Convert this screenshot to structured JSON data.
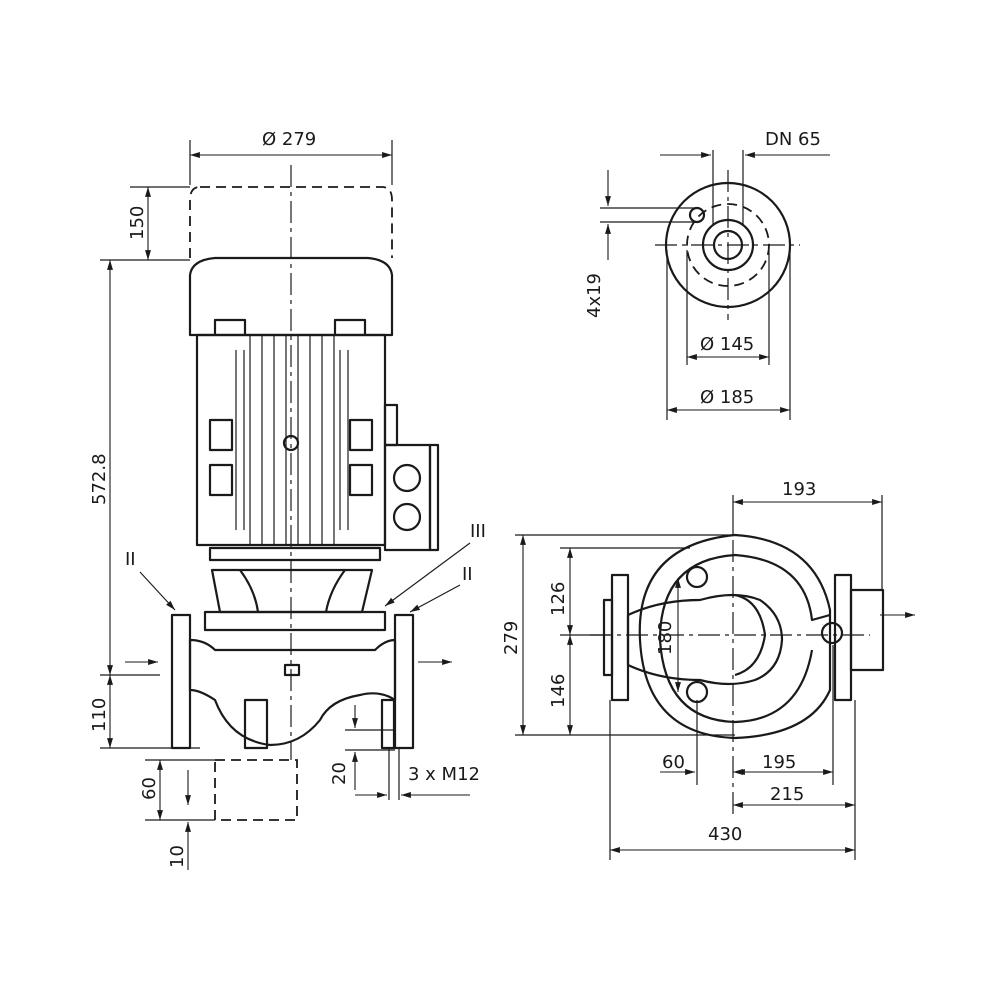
{
  "side_view": {
    "motor_diameter": "Ø 279",
    "motor_removal_height": "150",
    "total_height": "572.8",
    "flange_height": "110",
    "foot_height": "60",
    "foot_clearance": "10",
    "bolt_height": "20",
    "bolt_spec": "3 x M12",
    "detail_left": "II",
    "detail_right": "II",
    "detail_vent": "III"
  },
  "flange_view": {
    "nominal_diameter": "DN 65",
    "bolt_holes": "4x19",
    "bolt_circle": "Ø 145",
    "flange_diameter": "Ø 185"
  },
  "top_view": {
    "offset_right": "193",
    "width": "279",
    "upper_half": "126",
    "lower_half": "146",
    "foot_spacing": "180",
    "foot_offset": "60",
    "to_flange": "195",
    "to_flange_face": "215",
    "length": "430"
  }
}
